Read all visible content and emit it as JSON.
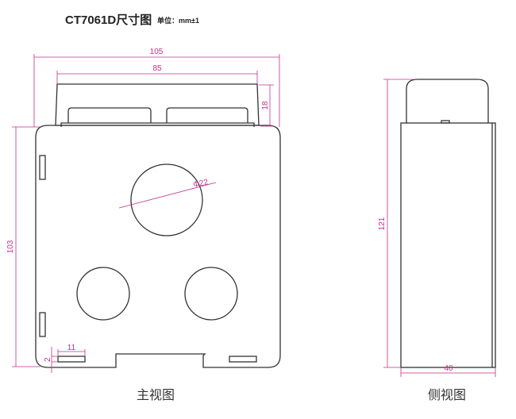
{
  "title": "CT7061D尺寸图",
  "unit": "单位：mm±1",
  "front_view": {
    "label": "主视图",
    "dims": {
      "width": "105",
      "top_width": "85",
      "top_height": "18",
      "height": "103",
      "hole_diameter": "Φ22",
      "slot_width": "11",
      "slot_offset": "2"
    }
  },
  "side_view": {
    "label": "侧视图",
    "dims": {
      "height": "121",
      "depth": "40"
    }
  },
  "colors": {
    "dimension": "#c2308e",
    "outline": "#333333"
  }
}
